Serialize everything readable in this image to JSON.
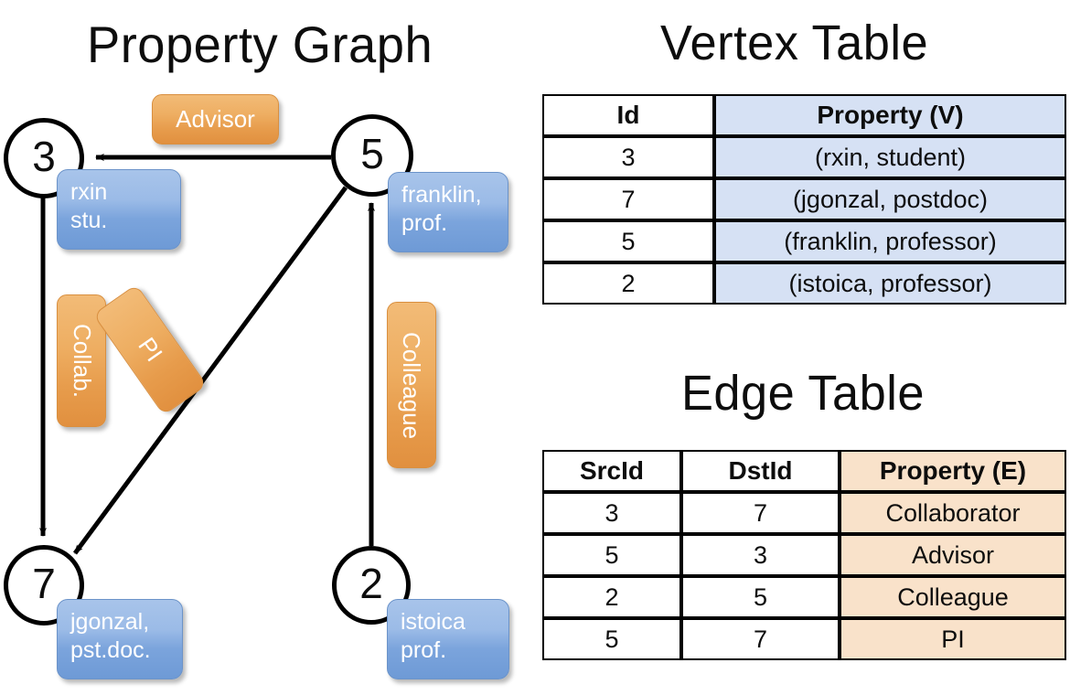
{
  "titles": {
    "property_graph": "Property Graph",
    "vertex_table": "Vertex Table",
    "edge_table": "Edge Table"
  },
  "graph": {
    "vertices": [
      {
        "id": "3",
        "prop_line1": "rxin",
        "prop_line2": "stu."
      },
      {
        "id": "5",
        "prop_line1": "franklin,",
        "prop_line2": "prof."
      },
      {
        "id": "7",
        "prop_line1": "jgonzal,",
        "prop_line2": "pst.doc."
      },
      {
        "id": "2",
        "prop_line1": "istoica",
        "prop_line2": "prof."
      }
    ],
    "edge_labels": [
      {
        "text": "Advisor",
        "orientation": "horizontal"
      },
      {
        "text": "Collab.",
        "orientation": "vertical"
      },
      {
        "text": "PI",
        "orientation": "diagonal"
      },
      {
        "text": "Colleague",
        "orientation": "vertical"
      }
    ]
  },
  "vertex_table": {
    "headers": [
      "Id",
      "Property (V)"
    ],
    "rows": [
      [
        "3",
        "(rxin, student)"
      ],
      [
        "7",
        "(jgonzal, postdoc)"
      ],
      [
        "5",
        "(franklin, professor)"
      ],
      [
        "2",
        "(istoica, professor)"
      ]
    ]
  },
  "edge_table": {
    "headers": [
      "SrcId",
      "DstId",
      "Property (E)"
    ],
    "rows": [
      [
        "3",
        "7",
        "Collaborator"
      ],
      [
        "5",
        "3",
        "Advisor"
      ],
      [
        "2",
        "5",
        "Colleague"
      ],
      [
        "5",
        "7",
        "PI"
      ]
    ]
  },
  "colors": {
    "vertex_property_blue": "#7ba4dc",
    "edge_label_orange": "#e79c4c",
    "table_blue_cell": "#d6e1f4",
    "table_peach_cell": "#f9e2ca",
    "stroke": "#000000"
  }
}
